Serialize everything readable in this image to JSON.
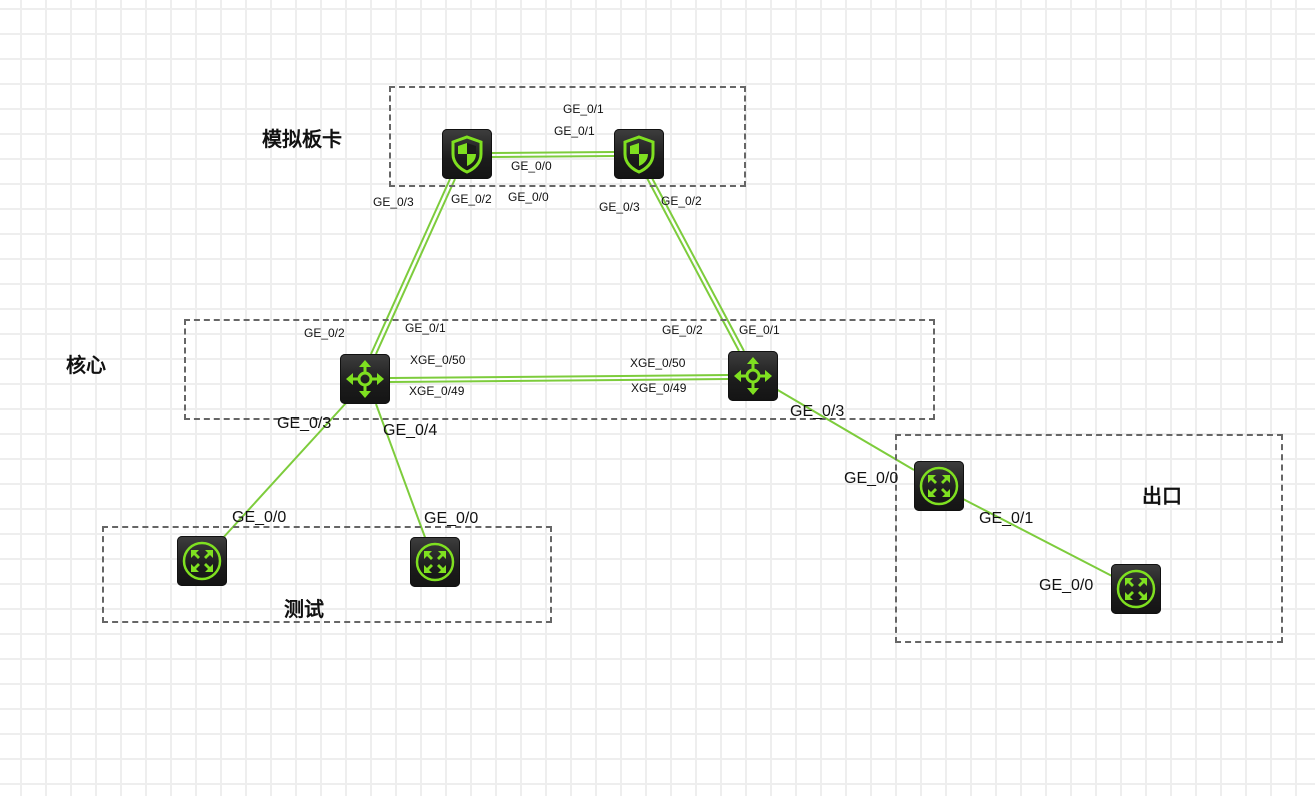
{
  "colors": {
    "link": "#7dcc3c",
    "icon_accent": "#7fe020",
    "group_border": "#666666",
    "grid": "#eeeeee"
  },
  "groups": [
    {
      "id": "board",
      "label": "模拟板卡"
    },
    {
      "id": "core",
      "label": "核心"
    },
    {
      "id": "test",
      "label": "测试"
    },
    {
      "id": "exit",
      "label": "出口"
    }
  ],
  "nodes": [
    {
      "id": "fw1",
      "type": "firewall",
      "icon": "shield-icon",
      "group": "board"
    },
    {
      "id": "fw2",
      "type": "firewall",
      "icon": "shield-icon",
      "group": "board"
    },
    {
      "id": "core1",
      "type": "l3-switch",
      "icon": "four-arrows-icon",
      "group": "core"
    },
    {
      "id": "core2",
      "type": "l3-switch",
      "icon": "four-arrows-icon",
      "group": "core"
    },
    {
      "id": "test1",
      "type": "router",
      "icon": "router-icon",
      "group": "test"
    },
    {
      "id": "test2",
      "type": "router",
      "icon": "router-icon",
      "group": "test"
    },
    {
      "id": "exit1",
      "type": "router",
      "icon": "router-icon",
      "group": "exit"
    },
    {
      "id": "exit2",
      "type": "router",
      "icon": "router-icon",
      "group": "exit"
    }
  ],
  "links": [
    {
      "id": "fw1-fw2-a",
      "from": "fw1",
      "to": "fw2",
      "double": true,
      "from_port": "GE_0/0",
      "to_port": "GE_0/0"
    },
    {
      "id": "fw1-fw2-b",
      "from": "fw1",
      "to": "fw2",
      "double": false,
      "from_port": "GE_0/1",
      "to_port": "GE_0/1"
    },
    {
      "id": "fw1-core1",
      "from": "fw1",
      "to": "core1",
      "double": true,
      "from_port": "GE_0/3",
      "to_port": "GE_0/2",
      "from_port_b": "GE_0/2",
      "to_port_b": "GE_0/1"
    },
    {
      "id": "fw2-core2",
      "from": "fw2",
      "to": "core2",
      "double": true,
      "from_port": "GE_0/3",
      "to_port": "GE_0/2",
      "from_port_b": "GE_0/2",
      "to_port_b": "GE_0/1"
    },
    {
      "id": "core1-core2",
      "from": "core1",
      "to": "core2",
      "double": true,
      "from_port": "XGE_0/50",
      "to_port": "XGE_0/50",
      "from_port_b": "XGE_0/49",
      "to_port_b": "XGE_0/49"
    },
    {
      "id": "core1-test1",
      "from": "core1",
      "to": "test1",
      "double": false,
      "from_port": "GE_0/3",
      "to_port": "GE_0/0"
    },
    {
      "id": "core1-test2",
      "from": "core1",
      "to": "test2",
      "double": false,
      "from_port": "GE_0/4",
      "to_port": "GE_0/0"
    },
    {
      "id": "core2-exit1",
      "from": "core2",
      "to": "exit1",
      "double": false,
      "from_port": "GE_0/3",
      "to_port": "GE_0/0"
    },
    {
      "id": "exit1-exit2",
      "from": "exit1",
      "to": "exit2",
      "double": false,
      "from_port": "GE_0/1",
      "to_port": "GE_0/0"
    }
  ],
  "port_labels": {
    "fw_top_1": "GE_0/1",
    "fw_top_2": "GE_0/1",
    "fw_mid": "GE_0/0",
    "fw_bottom": "GE_0/0",
    "fw1_ge03": "GE_0/3",
    "fw1_ge02": "GE_0/2",
    "fw2_ge03": "GE_0/3",
    "fw2_ge02": "GE_0/2",
    "core1_ge02": "GE_0/2",
    "core1_ge01": "GE_0/1",
    "core1_xge50": "XGE_0/50",
    "core1_xge49": "XGE_0/49",
    "core2_ge02": "GE_0/2",
    "core2_ge01": "GE_0/1",
    "core2_xge50": "XGE_0/50",
    "core2_xge49": "XGE_0/49",
    "core1_ge03": "GE_0/3",
    "core1_ge04": "GE_0/4",
    "core2_ge03": "GE_0/3",
    "test1_ge00": "GE_0/0",
    "test2_ge00": "GE_0/0",
    "exit1_ge00": "GE_0/0",
    "exit1_ge01": "GE_0/1",
    "exit2_ge00": "GE_0/0"
  }
}
